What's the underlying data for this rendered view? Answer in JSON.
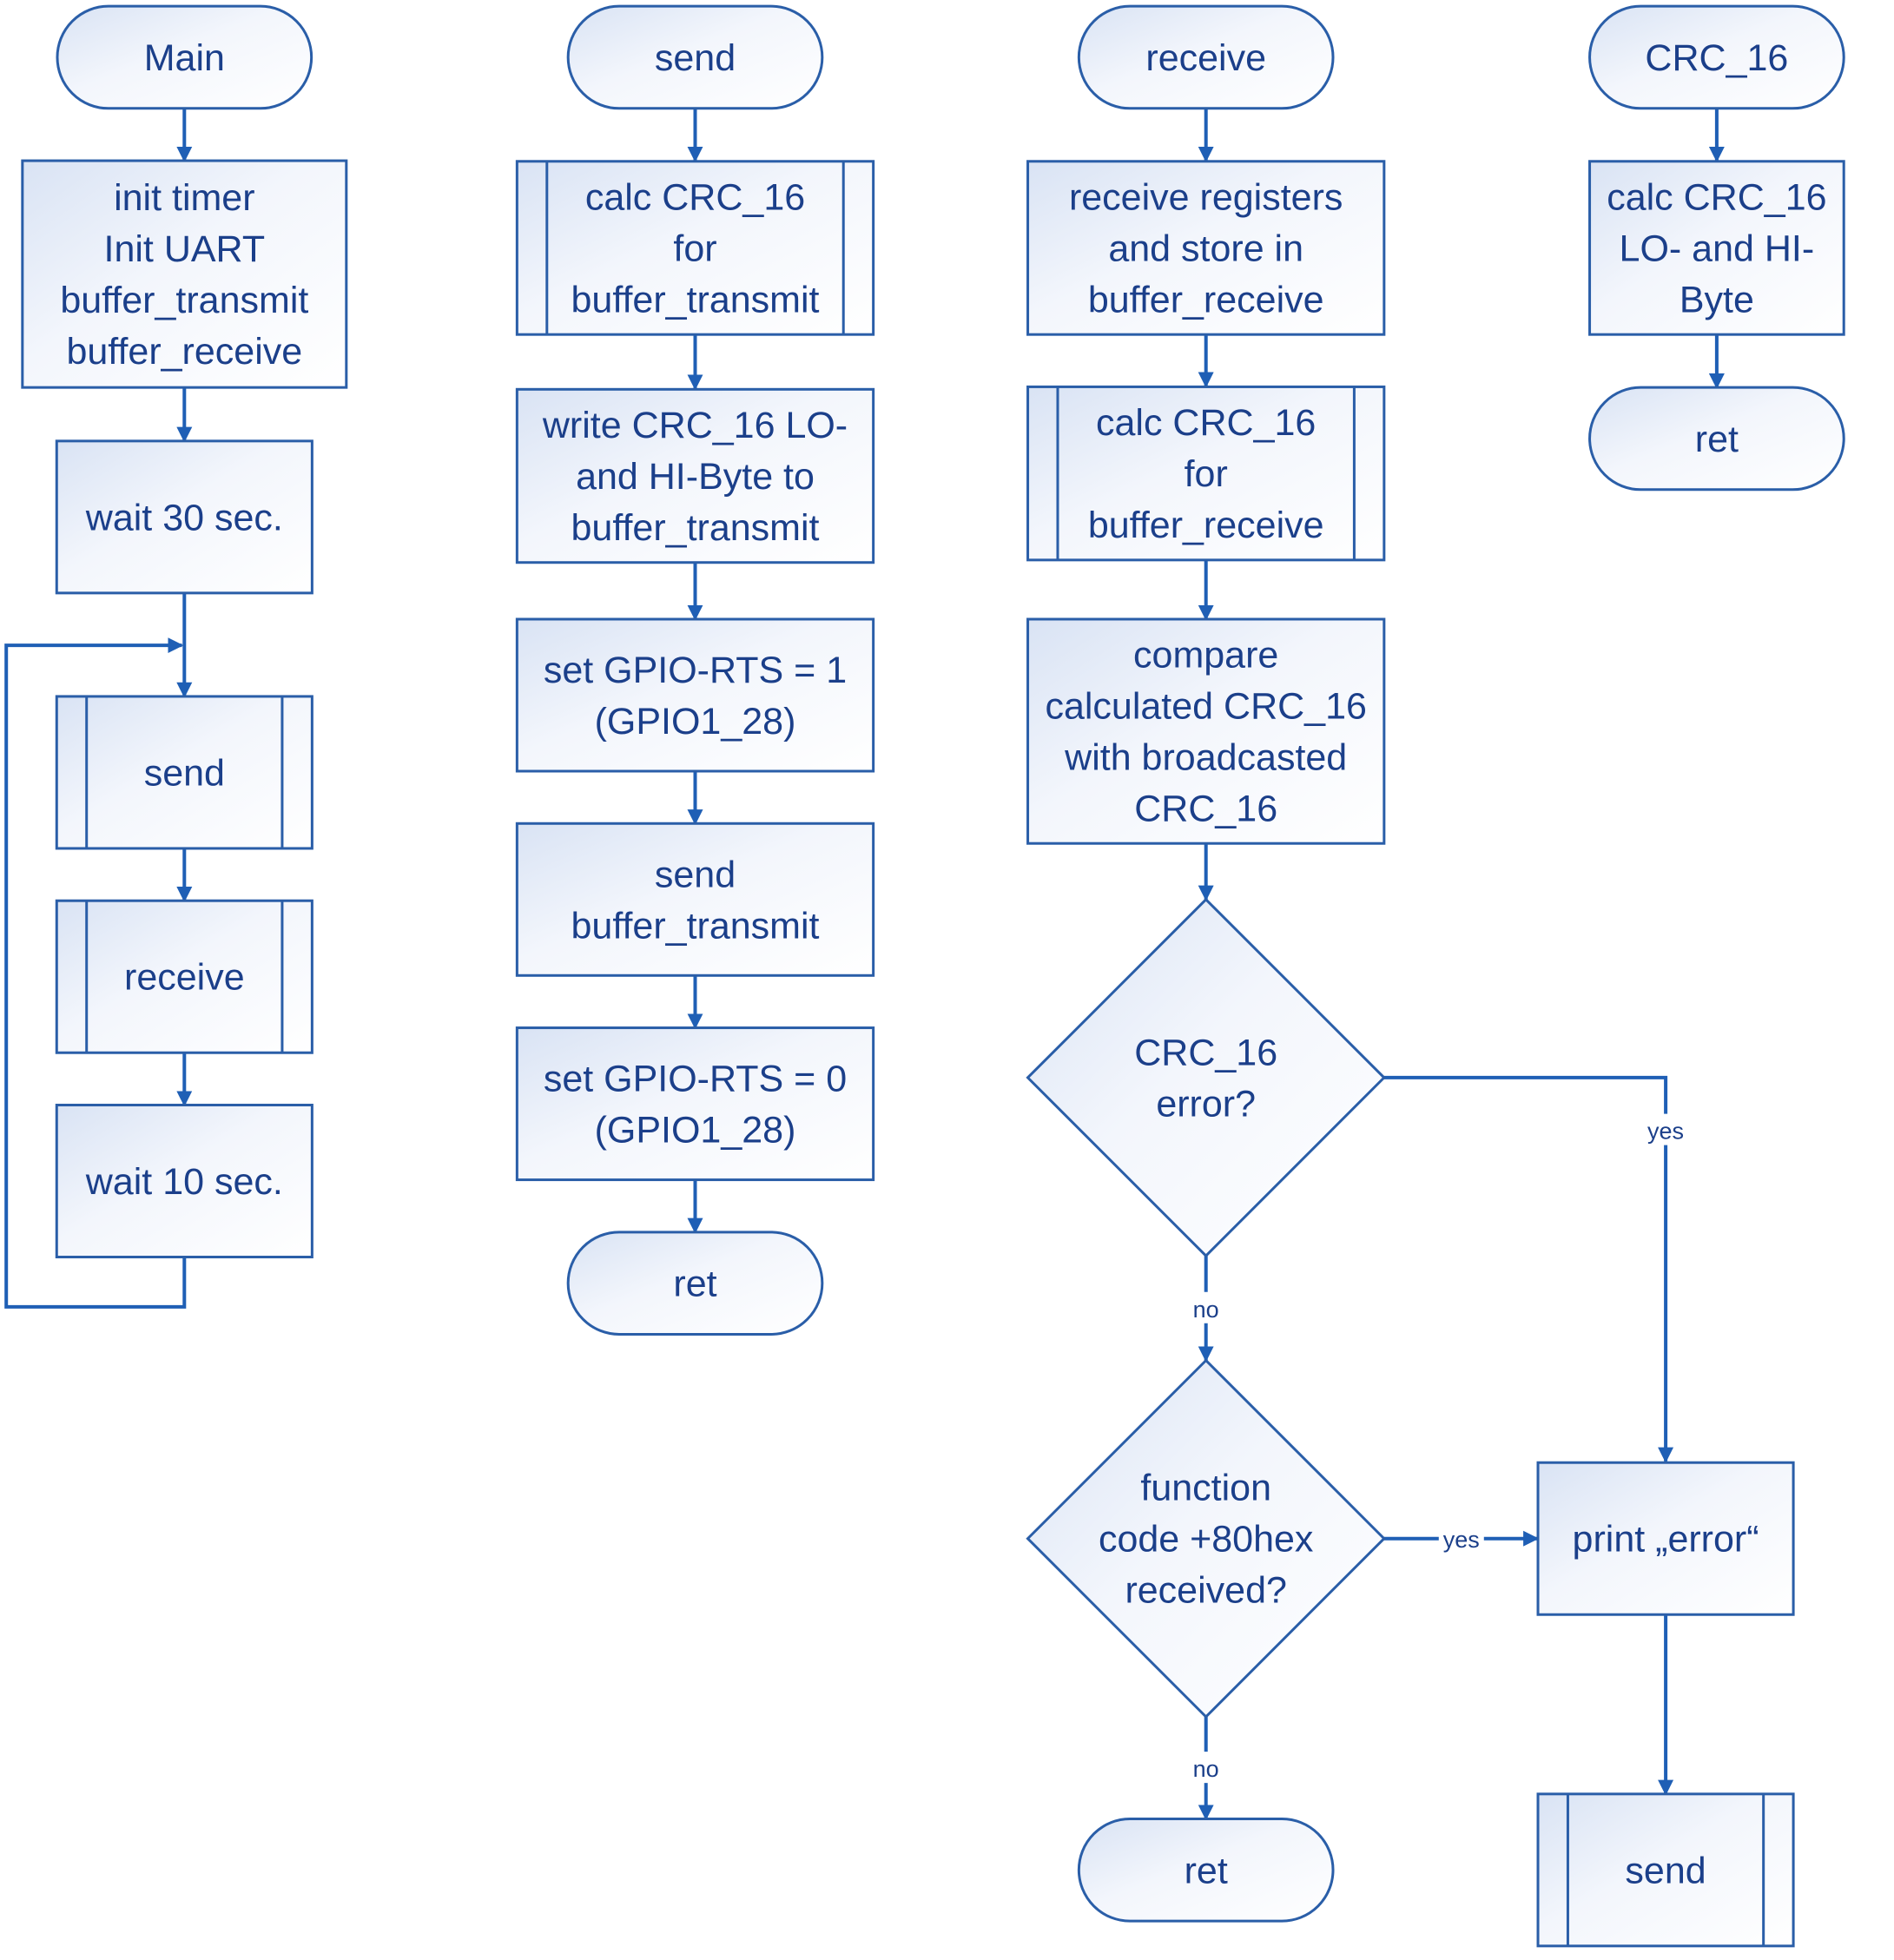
{
  "nodes": [
    {
      "id": "main_start",
      "kind": "terminal",
      "lines": [
        "Main"
      ]
    },
    {
      "id": "main_init",
      "kind": "process",
      "lines": [
        "init timer",
        "Init UART",
        "buffer_transmit",
        "buffer_receive"
      ]
    },
    {
      "id": "main_wait30",
      "kind": "process",
      "lines": [
        "wait 30 sec."
      ]
    },
    {
      "id": "main_send",
      "kind": "subprocess",
      "lines": [
        "send"
      ]
    },
    {
      "id": "main_receive",
      "kind": "subprocess",
      "lines": [
        "receive"
      ]
    },
    {
      "id": "main_wait10",
      "kind": "process",
      "lines": [
        "wait 10 sec."
      ]
    },
    {
      "id": "send_start",
      "kind": "terminal",
      "lines": [
        "send"
      ]
    },
    {
      "id": "send_calc",
      "kind": "subprocess",
      "lines": [
        "calc CRC_16",
        "for",
        "buffer_transmit"
      ]
    },
    {
      "id": "send_write",
      "kind": "process",
      "lines": [
        "write CRC_16 LO-",
        "and HI-Byte to",
        "buffer_transmit"
      ]
    },
    {
      "id": "send_rts1",
      "kind": "process",
      "lines": [
        "set GPIO-RTS = 1",
        "(GPIO1_28)"
      ]
    },
    {
      "id": "send_send",
      "kind": "process",
      "lines": [
        "send",
        "buffer_transmit"
      ]
    },
    {
      "id": "send_rts0",
      "kind": "process",
      "lines": [
        "set GPIO-RTS = 0",
        "(GPIO1_28)"
      ]
    },
    {
      "id": "send_ret",
      "kind": "terminal",
      "lines": [
        "ret"
      ]
    },
    {
      "id": "recv_start",
      "kind": "terminal",
      "lines": [
        "receive"
      ]
    },
    {
      "id": "recv_store",
      "kind": "process",
      "lines": [
        "receive registers",
        "and store in",
        "buffer_receive"
      ]
    },
    {
      "id": "recv_calc",
      "kind": "subprocess",
      "lines": [
        "calc CRC_16",
        "for",
        "buffer_receive"
      ]
    },
    {
      "id": "recv_compare",
      "kind": "process",
      "lines": [
        "compare",
        "calculated CRC_16",
        "with broadcasted",
        "CRC_16"
      ]
    },
    {
      "id": "recv_crcerr",
      "kind": "decision",
      "lines": [
        "CRC_16",
        "error?"
      ]
    },
    {
      "id": "recv_func",
      "kind": "decision",
      "lines": [
        "function",
        "code +80hex",
        "received?"
      ]
    },
    {
      "id": "recv_ret",
      "kind": "terminal",
      "lines": [
        "ret"
      ]
    },
    {
      "id": "recv_print",
      "kind": "process",
      "lines": [
        "print „error“"
      ]
    },
    {
      "id": "recv_send",
      "kind": "subprocess",
      "lines": [
        "send"
      ]
    },
    {
      "id": "crc_start",
      "kind": "terminal",
      "lines": [
        "CRC_16"
      ]
    },
    {
      "id": "crc_calc",
      "kind": "process",
      "lines": [
        "calc CRC_16",
        "LO- and HI-",
        "Byte"
      ]
    },
    {
      "id": "crc_ret",
      "kind": "terminal",
      "lines": [
        "ret"
      ]
    }
  ],
  "edges": [
    {
      "from": "main_start",
      "to": "main_init",
      "label": ""
    },
    {
      "from": "main_init",
      "to": "main_wait30",
      "label": ""
    },
    {
      "from": "main_wait30",
      "to": "main_send",
      "label": ""
    },
    {
      "from": "main_send",
      "to": "main_receive",
      "label": ""
    },
    {
      "from": "main_receive",
      "to": "main_wait10",
      "label": ""
    },
    {
      "from": "main_wait10",
      "to": "main_send",
      "label": ""
    },
    {
      "from": "send_start",
      "to": "send_calc",
      "label": ""
    },
    {
      "from": "send_calc",
      "to": "send_write",
      "label": ""
    },
    {
      "from": "send_write",
      "to": "send_rts1",
      "label": ""
    },
    {
      "from": "send_rts1",
      "to": "send_send",
      "label": ""
    },
    {
      "from": "send_send",
      "to": "send_rts0",
      "label": ""
    },
    {
      "from": "send_rts0",
      "to": "send_ret",
      "label": ""
    },
    {
      "from": "recv_start",
      "to": "recv_store",
      "label": ""
    },
    {
      "from": "recv_store",
      "to": "recv_calc",
      "label": ""
    },
    {
      "from": "recv_calc",
      "to": "recv_compare",
      "label": ""
    },
    {
      "from": "recv_compare",
      "to": "recv_crcerr",
      "label": ""
    },
    {
      "from": "recv_crcerr",
      "to": "recv_print",
      "label": "yes"
    },
    {
      "from": "recv_crcerr",
      "to": "recv_func",
      "label": "no"
    },
    {
      "from": "recv_func",
      "to": "recv_print",
      "label": "yes"
    },
    {
      "from": "recv_func",
      "to": "recv_ret",
      "label": "no"
    },
    {
      "from": "recv_print",
      "to": "recv_send",
      "label": ""
    },
    {
      "from": "crc_start",
      "to": "crc_calc",
      "label": ""
    },
    {
      "from": "crc_calc",
      "to": "crc_ret",
      "label": ""
    }
  ],
  "colors": {
    "stroke": "#2a5ea8",
    "edge": "#1f5fb5",
    "text": "#1b3f8a",
    "fill_light": "#ffffff",
    "fill_tint": "#dce6f5"
  }
}
